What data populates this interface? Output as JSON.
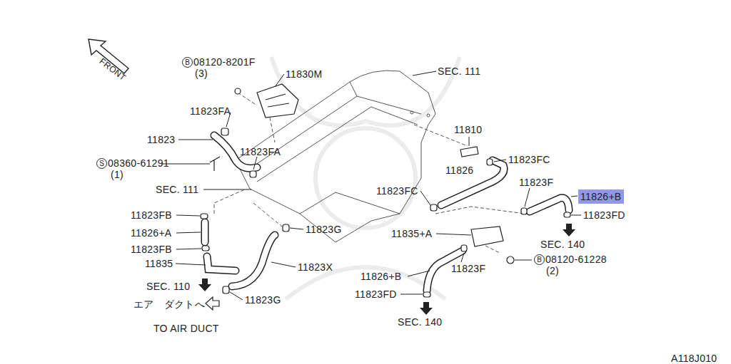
{
  "diagram": {
    "nodes": [
      {
        "text": [
          "11826+B"
        ]
      }
    ],
    "labels": [
      "FRONT",
      "B",
      "08120-8201F",
      "(3)",
      "11830M",
      "SEC. 111",
      "11823FA",
      "11823",
      "11823FA",
      "S",
      "08360-61291",
      "(1)",
      "SEC. 111",
      "11823FB",
      "11826+A",
      "11823FB",
      "11835",
      "SEC. 110",
      "エア　ダクトへ",
      "TO AIR DUCT",
      "11823G",
      "11823X",
      "11823G",
      "11810",
      "11823FC",
      "11826",
      "11823FC",
      "11823F",
      "11823FD",
      "SEC. 140",
      "11835+A",
      "B",
      "08120-61228",
      "(2)",
      "11826+B",
      "11823F",
      "11823FD",
      "SEC. 140",
      "A118J010"
    ]
  }
}
